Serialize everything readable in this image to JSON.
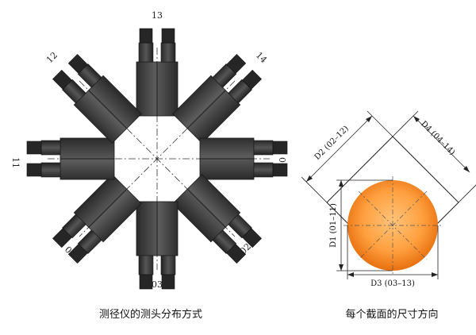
{
  "diagram": {
    "probe_labels": {
      "top": "13",
      "top_right": "14",
      "right": "01",
      "bottom_right": "02",
      "bottom": "03",
      "bottom_left": "04",
      "left": "11",
      "top_left": "12"
    },
    "left_caption": "测径仪的测头分布方式",
    "right_caption": "每个截面的尺寸方向",
    "dimensions": {
      "d1": "D1 (01–11)",
      "d2": "D2 (02–12)",
      "d3": "D3 (03–13)",
      "d4": "D4 (04–14)"
    },
    "colors": {
      "probe_body": "#3a3a3a",
      "probe_light": "#6a6a6a",
      "ball_center": "#ffb35a",
      "ball_edge": "#e8700e"
    }
  }
}
